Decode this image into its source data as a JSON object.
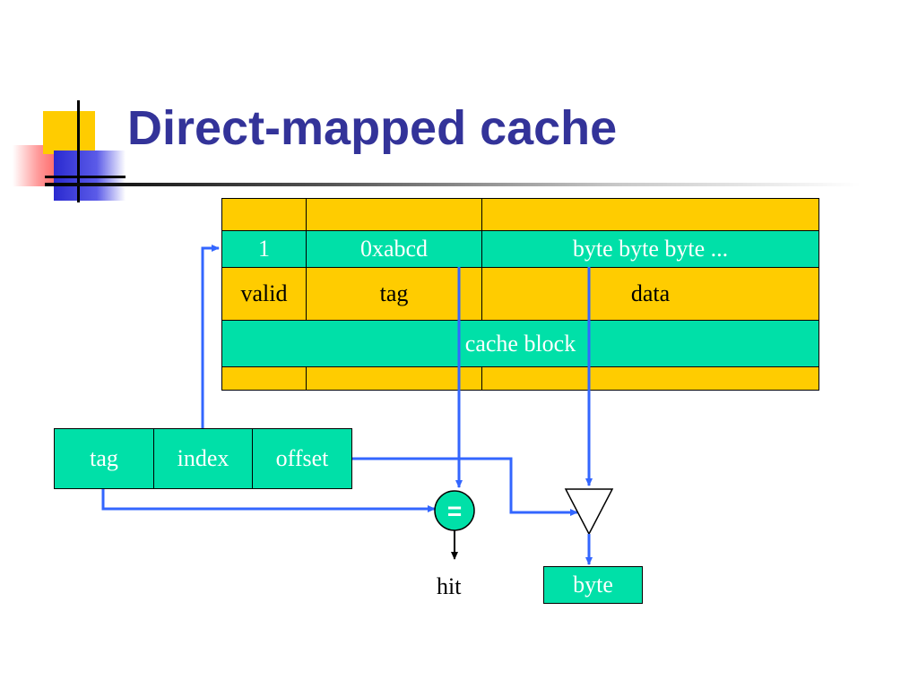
{
  "slide": {
    "title": "Direct-mapped cache"
  },
  "cache_table": {
    "entry": {
      "valid": "1",
      "tag": "0xabcd",
      "data": "byte byte byte ..."
    },
    "header": {
      "valid": "valid",
      "tag": "tag",
      "data": "data"
    },
    "block_label": "cache block"
  },
  "address": {
    "tag": "tag",
    "index": "index",
    "offset": "offset"
  },
  "comparator": {
    "symbol": "="
  },
  "outputs": {
    "hit": "hit",
    "byte": "byte"
  },
  "colors": {
    "title": "#333399",
    "cell_yellow": "#FFCC00",
    "cell_green": "#00E0A8",
    "wire_blue": "#3366FF"
  }
}
